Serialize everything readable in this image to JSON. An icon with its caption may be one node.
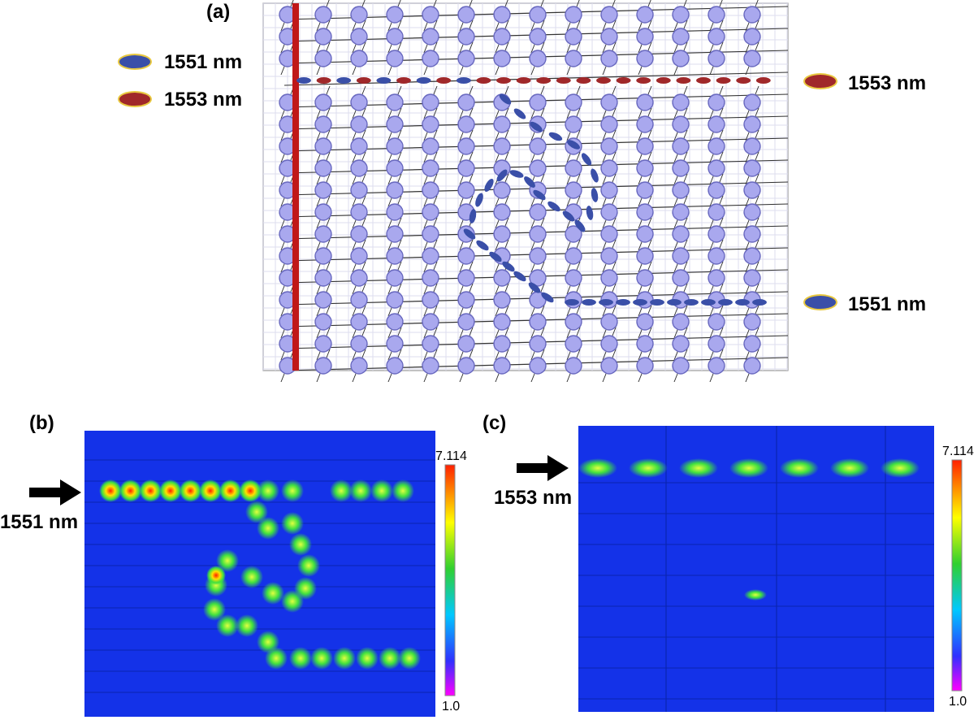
{
  "diagram": {
    "labels": [
      "(a)",
      "1553 nm",
      "1551 nm",
      "(b)",
      "1551 nm",
      "7.114",
      "1.0",
      "(c)",
      "1553 nm",
      "7.114",
      "1.0"
    ],
    "legend": [
      {
        "text": "1551 nm",
        "color": "#3a4fa8"
      },
      {
        "text": "1553 nm",
        "color": "#a0282a"
      }
    ]
  }
}
